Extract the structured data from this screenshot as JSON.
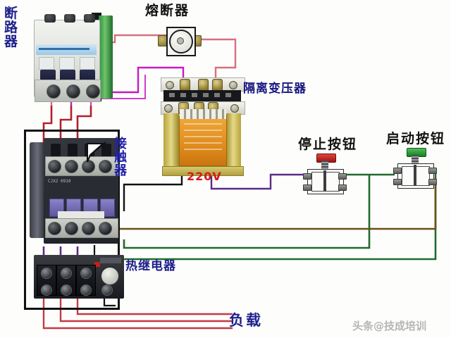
{
  "diagram": {
    "title_labels": {
      "breaker": "断\n路\n器",
      "fuse": "熔断器",
      "transformer": "隔离变压器",
      "contactor": "接\n触\n器",
      "thermal_relay": "热继电器",
      "stop_button": "停止按钮",
      "start_button": "启动按钮",
      "load": "负载",
      "voltage": "220V"
    },
    "component_markings": {
      "contactor_model": "CJX2\n0910"
    },
    "watermark": "头条@技成培训",
    "colors": {
      "label_blue": "#1d1f8c",
      "label_black": "#111111",
      "voltage_red": "#d21a1a",
      "wire_magenta": "#c41bc4",
      "wire_rose": "#d4717f",
      "wire_red": "#b3202a",
      "wire_green": "#1f6b2e",
      "wire_brown": "#6b4f16",
      "wire_purple": "#5b2a8a",
      "wire_black": "#101114",
      "contactor_purple": "#6f67ac",
      "breaker_green": "#3f9a47",
      "transformer_gold": "#d9c96e",
      "stop_cap_red": "#c0221c",
      "start_cap_green": "#2f9b3c"
    }
  },
  "wires": [
    {
      "name": "breaker-L1-to-contactor",
      "color": "#b3202a"
    },
    {
      "name": "breaker-L2-to-contactor",
      "color": "#b3202a"
    },
    {
      "name": "breaker-L3-to-contactor",
      "color": "#b3202a"
    },
    {
      "name": "breaker-to-fuse",
      "color": "#d4717f"
    },
    {
      "name": "fuse-to-transformer-primary",
      "color": "#d4717f"
    },
    {
      "name": "breaker-to-transformer-primary",
      "color": "#c41bc4"
    },
    {
      "name": "transformer-secondary-to-contactor-coil",
      "color": "#101114"
    },
    {
      "name": "transformer-secondary-to-stop-button",
      "color": "#5b2a8a"
    },
    {
      "name": "stop-to-start-button",
      "color": "#1f6b2e"
    },
    {
      "name": "start-button-loop",
      "color": "#6b4f16"
    },
    {
      "name": "contactor-aux-holding-circuit",
      "color": "#1f6b2e"
    },
    {
      "name": "contactor-to-thermal-relay",
      "color": "#5b2a8a"
    },
    {
      "name": "thermal-relay-to-load-L1",
      "color": "#b3202a"
    },
    {
      "name": "thermal-relay-to-load-L2",
      "color": "#b3202a"
    },
    {
      "name": "thermal-relay-to-load-L3",
      "color": "#b3202a"
    }
  ]
}
